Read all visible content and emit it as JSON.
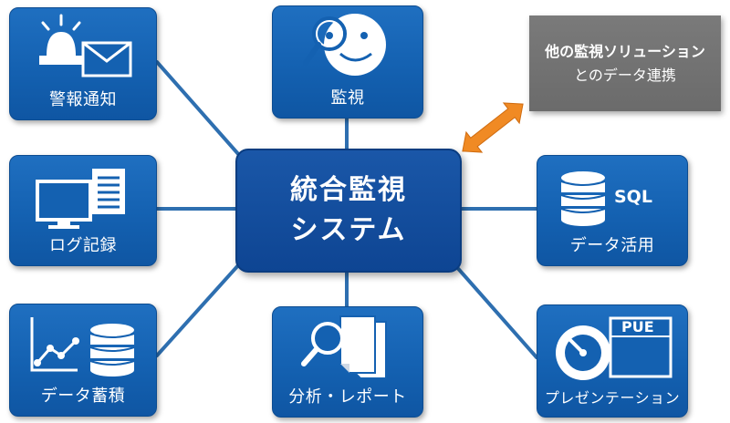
{
  "center": {
    "line1": "統合監視",
    "line2": "システム"
  },
  "other_solutions": {
    "line1": "他の監視ソリューション",
    "line2": "とのデータ連携"
  },
  "nodes": {
    "alert": {
      "label": "警報通知"
    },
    "monitor": {
      "label": "監視"
    },
    "log": {
      "label": "ログ記録"
    },
    "data_use": {
      "label": "データ活用",
      "badge": "SQL"
    },
    "data_store": {
      "label": "データ蓄積"
    },
    "analysis": {
      "label": "分析・レポート"
    },
    "presentation": {
      "label": "プレゼンテーション",
      "badge": "PUE"
    }
  },
  "colors": {
    "tile_blue": "#1461b1",
    "center_blue": "#0e4593",
    "connector": "#2e6fb0",
    "other_gray": "#707070",
    "arrow_orange": "#f08a24"
  }
}
